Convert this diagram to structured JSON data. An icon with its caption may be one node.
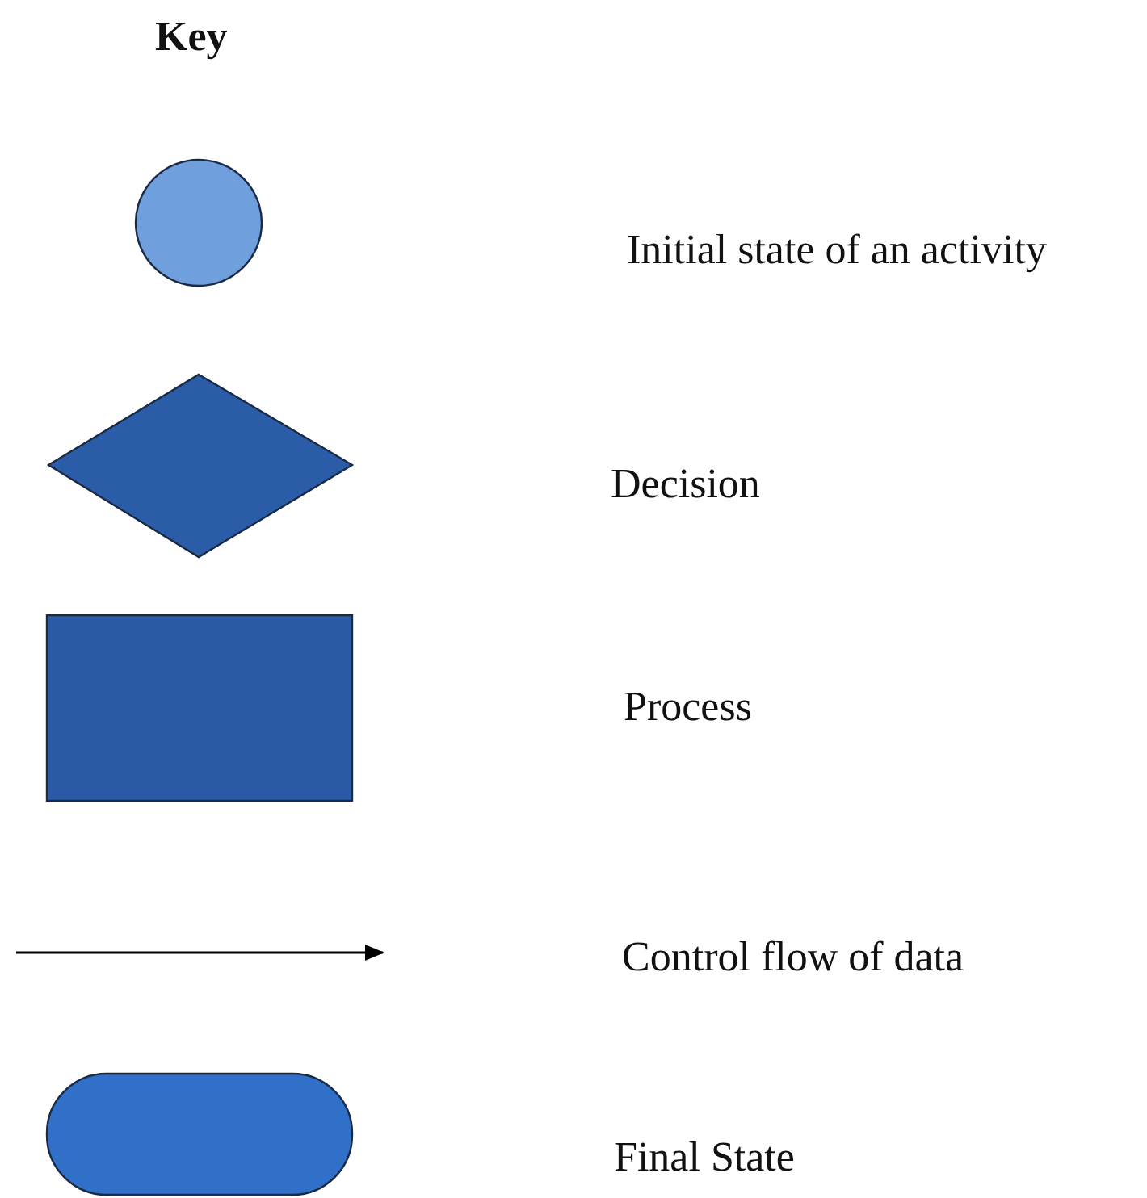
{
  "diagram": {
    "title": "Key",
    "legend": [
      {
        "text": "Initial state of an activity"
      },
      {
        "text": "Decision"
      },
      {
        "text": "Process"
      },
      {
        "text": "Control flow of data"
      },
      {
        "text": "Final State"
      }
    ]
  }
}
